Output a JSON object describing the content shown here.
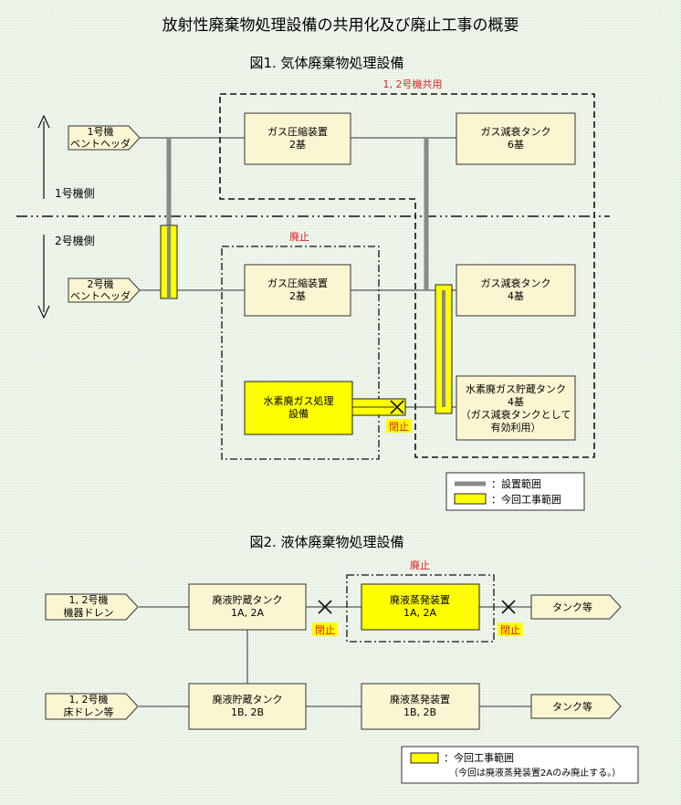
{
  "title": "放射性廃棄物処理設備の共用化及び廃止工事の概要",
  "fig1": {
    "title": "図1. 気体廃棄物処理設備",
    "shared_label": "1, 2号機共用",
    "side1": "1号機側",
    "side2": "2号機側",
    "haishi": "廃止",
    "heisa": "閉止",
    "header1": [
      "1号機",
      "ベントヘッダ"
    ],
    "header2": [
      "2号機",
      "ベントヘッダ"
    ],
    "comp1": [
      "ガス圧縮装置",
      "2基"
    ],
    "tank1": [
      "ガス減衰タンク",
      "6基"
    ],
    "comp2": [
      "ガス圧縮装置",
      "2基"
    ],
    "tank2": [
      "ガス減衰タンク",
      "4基"
    ],
    "h2proc": [
      "水素廃ガス処理",
      "設備"
    ],
    "h2tank": [
      "水素廃ガス貯蔵タンク",
      "4基",
      "（ガス減衰タンクとして",
      "有効利用）"
    ],
    "legend": {
      "install": "：設置範囲",
      "work": "：今回工事範囲"
    }
  },
  "fig2": {
    "title": "図2. 液体廃棄物処理設備",
    "haishi": "廃止",
    "heisa": "閉止",
    "src1": [
      "1, 2号機",
      "機器ドレン"
    ],
    "src2": [
      "1, 2号機",
      "床ドレン等"
    ],
    "tankA": [
      "廃液貯蔵タンク",
      "1A, 2A"
    ],
    "tankB": [
      "廃液貯蔵タンク",
      "1B, 2B"
    ],
    "evapA": [
      "廃液蒸発装置",
      "1A, 2A"
    ],
    "evapB": [
      "廃液蒸発装置",
      "1B, 2B"
    ],
    "out1": "タンク等",
    "out2": "タンク等",
    "legend": {
      "work": "：今回工事範囲",
      "note": "（今回は廃液蒸発装置2Aのみ廃止する。）"
    }
  }
}
